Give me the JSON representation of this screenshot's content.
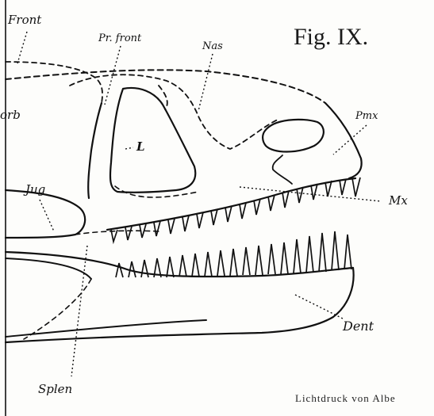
{
  "figure": {
    "title": "Fig. IX.",
    "credit": "Lichtdruck von Albe"
  },
  "labels": {
    "front": "Front",
    "prefront": "Pr. front",
    "nas": "Nas",
    "orb": "orb",
    "l": "L",
    "pmx": "Pmx",
    "mx": "Mx",
    "jug": "Jug",
    "dent": "Dent",
    "splen": "Splen"
  },
  "colors": {
    "ink": "#111111",
    "paper": "#fdfdfb"
  }
}
